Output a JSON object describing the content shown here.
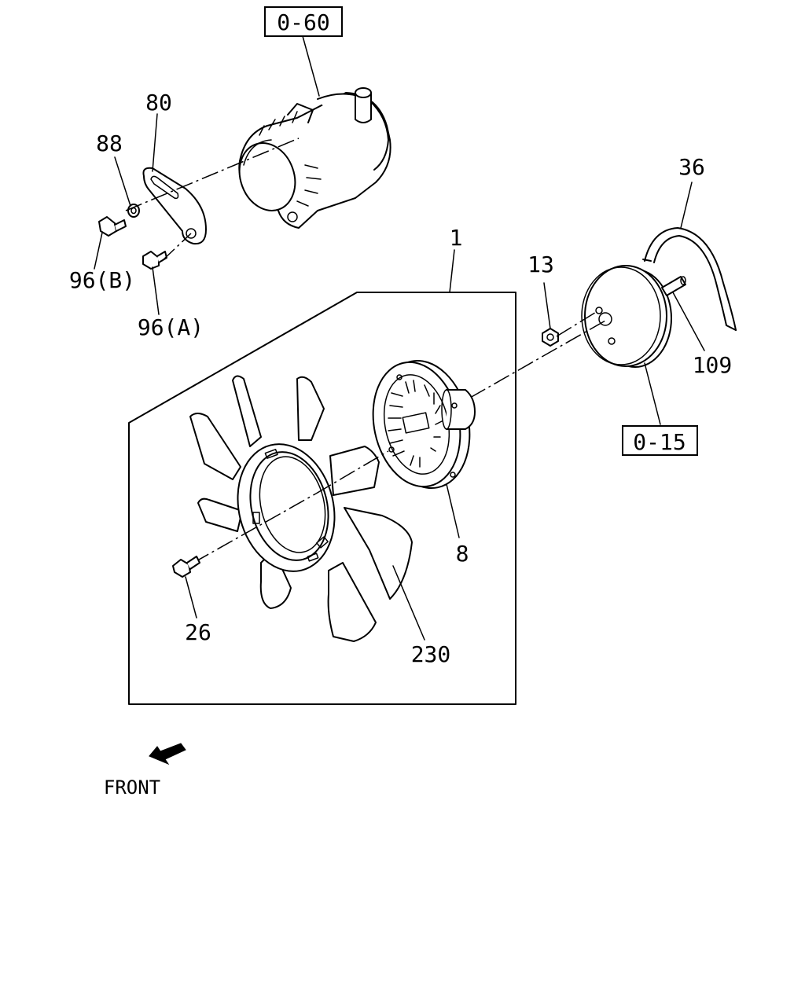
{
  "diagram": {
    "refs": {
      "alternator_ref": "0-60",
      "pulley_ref": "0-15"
    },
    "labels": {
      "bracket": "80",
      "washer": "88",
      "bolt_b": "96(B)",
      "bolt_a": "96(A)",
      "belt": "36",
      "nut": "13",
      "stud": "109",
      "fan_assembly": "1",
      "fan_clutch": "8",
      "bolt_fan": "26",
      "fan_blade": "230"
    },
    "front_label": "FRONT"
  }
}
